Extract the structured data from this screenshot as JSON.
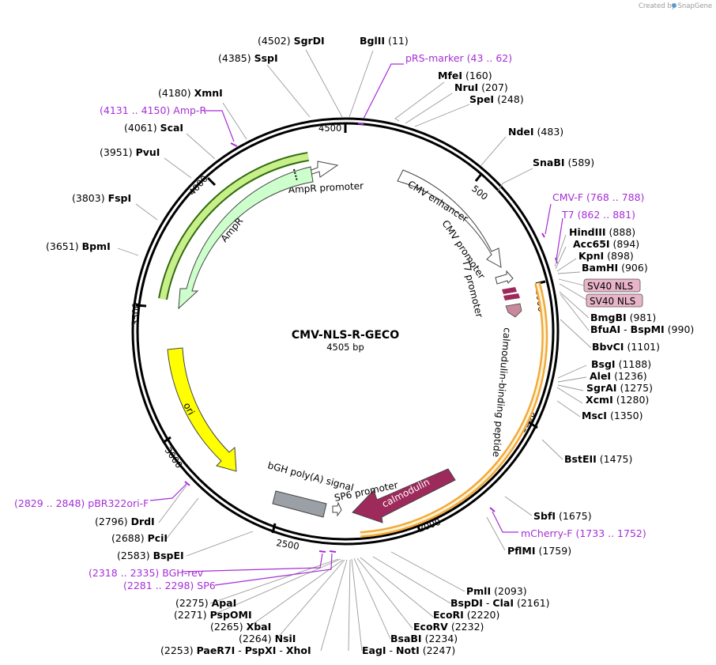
{
  "credit": "Created by SnapGene",
  "plasmid": {
    "name": "CMV-NLS-R-GECO",
    "size": "4505 bp"
  },
  "ticks": [
    "500",
    "1000",
    "1500",
    "2000",
    "2500",
    "3000",
    "3500",
    "4000",
    "4500"
  ],
  "features": {
    "ampr_promoter": "AmpR promoter",
    "ampr": "AmpR",
    "cmv_enhancer": "CMV enhancer",
    "cmv_promoter": "CMV promoter",
    "t7_promoter": "T7 promoter",
    "calmodulin_binding": "calmodulin-binding peptide",
    "ori": "ori",
    "bgh": "bGH poly(A) signal",
    "sp6": "SP6 promoter",
    "calmodulin": "calmodulin",
    "sv40_1": "SV40 NLS",
    "sv40_2": "SV40 NLS"
  },
  "sites": {
    "sgrdi": {
      "pos": "(4502)",
      "name": "SgrDI"
    },
    "bglii": {
      "name": "BglII",
      "pos": "(11)"
    },
    "sspi": {
      "pos": "(4385)",
      "name": "SspI"
    },
    "mfei": {
      "name": "MfeI",
      "pos": "(160)"
    },
    "nrui": {
      "name": "NruI",
      "pos": "(207)"
    },
    "spei": {
      "name": "SpeI",
      "pos": "(248)"
    },
    "xmni": {
      "pos": "(4180)",
      "name": "XmnI"
    },
    "scai": {
      "pos": "(4061)",
      "name": "ScaI"
    },
    "ndei": {
      "name": "NdeI",
      "pos": "(483)"
    },
    "pvui": {
      "pos": "(3951)",
      "name": "PvuI"
    },
    "snabi": {
      "name": "SnaBI",
      "pos": "(589)"
    },
    "fspi": {
      "pos": "(3803)",
      "name": "FspI"
    },
    "hindiii": {
      "name": "HindIII",
      "pos": "(888)"
    },
    "acc65i": {
      "name": "Acc65I",
      "pos": "(894)"
    },
    "kpni": {
      "name": "KpnI",
      "pos": "(898)"
    },
    "bamhi": {
      "name": "BamHI",
      "pos": "(906)"
    },
    "bpmi": {
      "pos": "(3651)",
      "name": "BpmI"
    },
    "bmgbi": {
      "name": "BmgBI",
      "pos": "(981)"
    },
    "bfuai": {
      "name": "BfuAI",
      "sep": " - ",
      "name2": "BspMI",
      "pos": "(990)"
    },
    "bbvci": {
      "name": "BbvCI",
      "pos": "(1101)"
    },
    "bsgi": {
      "name": "BsgI",
      "pos": "(1188)"
    },
    "alei": {
      "name": "AleI",
      "pos": "(1236)"
    },
    "sgrai": {
      "name": "SgrAI",
      "pos": "(1275)"
    },
    "xcmi": {
      "name": "XcmI",
      "pos": "(1280)"
    },
    "msci": {
      "name": "MscI",
      "pos": "(1350)"
    },
    "bsteii": {
      "name": "BstEII",
      "pos": "(1475)"
    },
    "sbfi": {
      "name": "SbfI",
      "pos": "(1675)"
    },
    "pflmi": {
      "name": "PflMI",
      "pos": "(1759)"
    },
    "drdi": {
      "pos": "(2796)",
      "name": "DrdI"
    },
    "pcii": {
      "pos": "(2688)",
      "name": "PciI"
    },
    "bspei": {
      "pos": "(2583)",
      "name": "BspEI"
    },
    "pmli": {
      "name": "PmlI",
      "pos": "(2093)"
    },
    "bspdi": {
      "name": "BspDI",
      "sep": " - ",
      "name2": "ClaI",
      "pos": "(2161)"
    },
    "ecori": {
      "name": "EcoRI",
      "pos": "(2220)"
    },
    "ecorv": {
      "name": "EcoRV",
      "pos": "(2232)"
    },
    "bsabi": {
      "name": "BsaBI",
      "pos": "(2234)"
    },
    "eagi": {
      "name": "EagI",
      "sep": " - ",
      "name2": "NotI",
      "pos": "(2247)"
    },
    "apai": {
      "pos": "(2275)",
      "name": "ApaI"
    },
    "pspomi": {
      "pos": "(2271)",
      "name": "PspOMI"
    },
    "xbai": {
      "pos": "(2265)",
      "name": "XbaI"
    },
    "nsii": {
      "pos": "(2264)",
      "name": "NsiI"
    },
    "paer7i": {
      "pos": "(2253)",
      "name": "PaeR7I",
      "sep1": " - ",
      "name2": "PspXI",
      "sep2": " - ",
      "name3": "XhoI"
    }
  },
  "primers": {
    "prs": {
      "name": "pRS-marker",
      "pos": "(43 .. 62)"
    },
    "ampr": {
      "pos": "(4131 .. 4150)",
      "name": "Amp-R"
    },
    "cmvf": {
      "name": "CMV-F",
      "pos": "(768 .. 788)"
    },
    "t7": {
      "name": "T7",
      "pos": "(862 .. 881)"
    },
    "pbr": {
      "pos": "(2829 .. 2848)",
      "name": "pBR322ori-F"
    },
    "mcherry": {
      "name": "mCherry-F",
      "pos": "(1733 .. 1752)"
    },
    "bghrev": {
      "pos": "(2318 .. 2335)",
      "name": "BGH-rev"
    },
    "sp6": {
      "pos": "(2281 .. 2298)",
      "name": "SP6"
    }
  },
  "colors": {
    "backbone": "#000000",
    "ampr_fill": "#ccffcc",
    "ampr_highlight": "#2e6b0e",
    "ori_fill": "#ffff00",
    "calmodulin_fill": "#9e2a5c",
    "bgh_fill": "#9aa0a6",
    "orange_highlight": "#f2a93b",
    "primer": "#a62ed6",
    "nls_fill": "#e8b4c8"
  }
}
